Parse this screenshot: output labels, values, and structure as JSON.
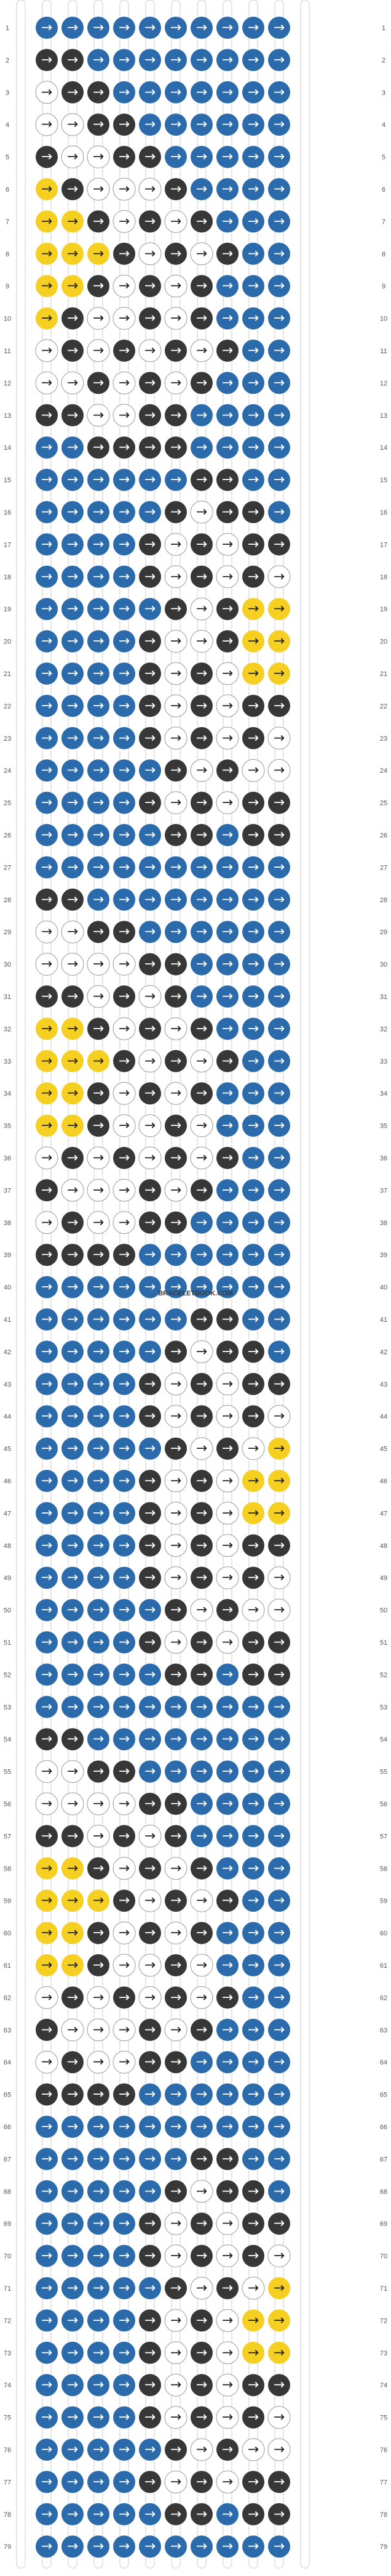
{
  "watermark": "BRACELETBOOK.COM",
  "pattern": {
    "type": "alpha",
    "rows": 79,
    "columns": 10,
    "strings": 12,
    "colors": {
      "blue": "#2c6bab",
      "dark": "#373737",
      "white": "#ffffff",
      "yellow": "#f5cf21",
      "grid": "#dddddd",
      "arrow_on_light": "#222222",
      "arrow_on_dark": "#ffffff"
    },
    "arrow": "→",
    "row_numbers": [
      1,
      2,
      3,
      4,
      5,
      6,
      7,
      8,
      9,
      10,
      11,
      12,
      13,
      14,
      15,
      16,
      17,
      18,
      19,
      20,
      21,
      22,
      23,
      24,
      25,
      26,
      27,
      28,
      29,
      30,
      31,
      32,
      33,
      34,
      35,
      36,
      37,
      38,
      39,
      40,
      41,
      42,
      43,
      44,
      45,
      46,
      47,
      48,
      49,
      50,
      51,
      52,
      53,
      54,
      55,
      56,
      57,
      58,
      59,
      60,
      61,
      62,
      63,
      64,
      65,
      66,
      67,
      68,
      69,
      70,
      71,
      72,
      73,
      74,
      75,
      76,
      77,
      78,
      79
    ],
    "grid": [
      "BBBBBBBBBB",
      "DDBBBBBBBB",
      "WDDBBBBBBB",
      "WWDDBBBBBB",
      "DWWDDBBBBB",
      "YDWWWDBBBB",
      "YYDWDWDBBB",
      "YYYDWDWDBB",
      "YYDWDWDBBB",
      "YDWWDWDBBB",
      "WDWDWDWDBB",
      "WWDWDWDBBB",
      "DDWWDDBBBB",
      "BBDDDDBBBB",
      "BBBBBBDDBB",
      "BBBBBDWDDB",
      "BBBBDWDWDD",
      "BBBBDWDWDW",
      "BBBBBDWDYY",
      "BBBBDWWDYY",
      "BBBBDWDWYY",
      "BBBBDWDWDD",
      "BBBBDWDWDW",
      "BBBBBDWDWW",
      "BBBBDWDWDD",
      "BBBBBDDBDD",
      "BBBBBBBBBB",
      "DDBBBBBBBB",
      "WWDDBBBBBB",
      "WWWWDDBBBB",
      "DDWDWDBBBB",
      "YYDWDWDBBB",
      "YYYDWDWDBB",
      "YYDWDWDBBB",
      "YYDWWDWBBB",
      "WDWDWDWDBB",
      "DWWWDWDBBB",
      "WDWWDDBBBB",
      "DDDDBBBBBB",
      "BBBBBBBBBB",
      "BBBBBBDDBB",
      "BBBBBDWDDB",
      "BBBBDWDWDD",
      "BBBBDWDWDW",
      "BBBBBDWDWY",
      "BBBBDWDWYY",
      "BBBBDWDWYY",
      "BBBBDWDWDD",
      "BBBBDWDWDW",
      "BBBBBDWDWW",
      "BBBBDWDWDD",
      "BBBBBDDBDD",
      "BBBBBBBBBB",
      "DDBBBBBBBB",
      "WWDDBBBBBB",
      "WWWWDDBBBB",
      "DDWDWDBBBB",
      "YYDWDWDBBB",
      "YYYDWDWDBB",
      "YYDWDWDBBB",
      "YYDWWDWBBB",
      "WDWDWDWDBB",
      "DWWWDWDBBB",
      "WDWWDDBBBB",
      "DDDDBBBBBB",
      "BBBBBBBBBB",
      "BBBBBBDDBB",
      "BBBBBDWDDB",
      "BBBBDWDWDD",
      "BBBBDWDWDW",
      "BBBBBDWDWY",
      "BBBBDWDWYY",
      "BBBBDWDWYY",
      "BBBBDWDWDD",
      "BBBBDWDWDW",
      "BBBBBDWDWW",
      "BBBBDWDWDD",
      "BBBBBDDBDD",
      "BBBBBBBBBB"
    ]
  }
}
